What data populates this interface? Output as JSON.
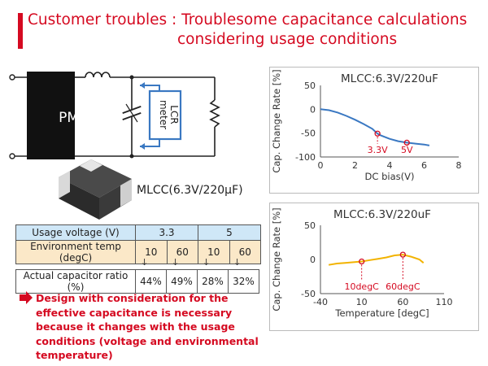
{
  "title": {
    "line1": "Customer troubles : Troublesome capacitance calculations",
    "line2": "considering usage conditions"
  },
  "circuit": {
    "pmic_label": "PMIC",
    "lcr_line1": "LCR",
    "lcr_line2": "meter",
    "mlcc_label": "MLCC(6.3V/220μF)"
  },
  "table": {
    "usage_voltage_label": "Usage voltage (V)",
    "voltages": [
      "3.3",
      "5"
    ],
    "env_temp_label": "Environment temp (degC)",
    "temps": [
      "10",
      "60",
      "10",
      "60"
    ],
    "ratio_label": "Actual capacitor ratio (%)",
    "ratios": [
      "44%",
      "49%",
      "28%",
      "32%"
    ]
  },
  "note": {
    "arrow_icon": "right-arrow-icon",
    "text": "Design with consideration for the effective capacitance is necessary because it changes with the usage conditions (voltage and environmental temperature)"
  },
  "colors": {
    "accent": "#d50a21",
    "curve1": "#3a78c2",
    "curve2": "#f2b300"
  },
  "chart_data": [
    {
      "type": "line",
      "title": "MLCC:6.3V/220uF",
      "xlabel": "DC bias(V)",
      "ylabel": "Cap. Change Rate [%]",
      "xlim": [
        0,
        8
      ],
      "ylim": [
        -100,
        50
      ],
      "xticks": [
        "0",
        "2",
        "4",
        "6",
        "8"
      ],
      "yticks": [
        "50",
        "0",
        "-50",
        "-100"
      ],
      "series": [
        {
          "x": [
            0,
            0.5,
            1,
            1.5,
            2,
            2.5,
            3,
            3.3,
            3.5,
            4,
            4.5,
            5,
            5.5,
            6,
            6.3
          ],
          "y": [
            0,
            -2,
            -7,
            -14,
            -22,
            -31,
            -41,
            -51,
            -55,
            -62,
            -67,
            -70,
            -72,
            -74,
            -76
          ]
        }
      ],
      "annotations": [
        {
          "label": "3.3V",
          "x": 3.3,
          "y": -51
        },
        {
          "label": "5V",
          "x": 5.0,
          "y": -70
        }
      ],
      "grid": false
    },
    {
      "type": "line",
      "title": "MLCC:6.3V/220uF",
      "xlabel": "Temperature [degC]",
      "ylabel": "Cap. Change Rate [%]",
      "xlim": [
        -40,
        110
      ],
      "ylim": [
        -50,
        50
      ],
      "xticks": [
        "-40",
        "10",
        "60",
        "110"
      ],
      "yticks": [
        "50",
        "0",
        "-50"
      ],
      "series": [
        {
          "x": [
            -30,
            -20,
            -10,
            0,
            10,
            20,
            30,
            40,
            50,
            60,
            70,
            80,
            85
          ],
          "y": [
            -8,
            -6,
            -5,
            -4,
            -3,
            -1,
            1,
            3,
            6,
            7,
            4,
            0,
            -5
          ]
        }
      ],
      "annotations": [
        {
          "label": "10degC",
          "x": 10,
          "y": -3
        },
        {
          "label": "60degC",
          "x": 60,
          "y": 7
        }
      ],
      "grid": false
    }
  ]
}
